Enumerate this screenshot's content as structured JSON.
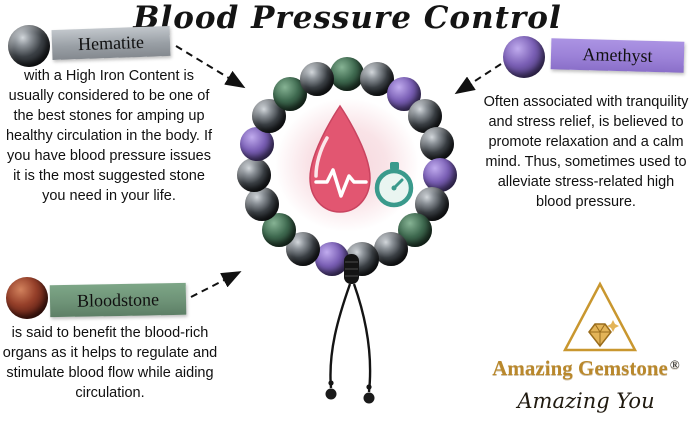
{
  "title": "Blood Pressure Control",
  "stones": {
    "hematite": {
      "label": "Hematite",
      "label_color": "#9aa0a6",
      "description": "with a High Iron Content is usually considered to be one of the best stones for amping up healthy circulation in the body. If you have blood pressure issues it is the most suggested stone you need in your life."
    },
    "amethyst": {
      "label": "Amethyst",
      "label_color": "#9c82d8",
      "description": "Often associated with tranquility and stress relief, is believed to promote relaxation and a calm mind. Thus, sometimes used to alleviate stress-related high blood pressure."
    },
    "bloodstone": {
      "label": "Bloodstone",
      "label_color": "#6e9377",
      "description": "is said to benefit the blood-rich organs as it helps to regulate and stimulate blood flow while aiding circulation."
    }
  },
  "bracelet": {
    "bead_sequence": [
      "bloodstone",
      "hematite",
      "amethyst",
      "hematite",
      "hematite",
      "amethyst",
      "hematite",
      "bloodstone",
      "hematite",
      "hematite",
      "amethyst",
      "hematite",
      "bloodstone",
      "hematite",
      "hematite",
      "amethyst",
      "hematite",
      "bloodstone",
      "hematite"
    ],
    "bead_colors": {
      "hematite": "#2f3338",
      "amethyst": "#5c468f",
      "bloodstone": "#2f4f3b"
    }
  },
  "center_icons": [
    "blood-drop-icon",
    "heartbeat-icon",
    "stopwatch-icon"
  ],
  "brand": {
    "name": "Amazing Gemstone",
    "registered": "®",
    "tagline": "Amazing You",
    "gold": "#b9882c"
  }
}
